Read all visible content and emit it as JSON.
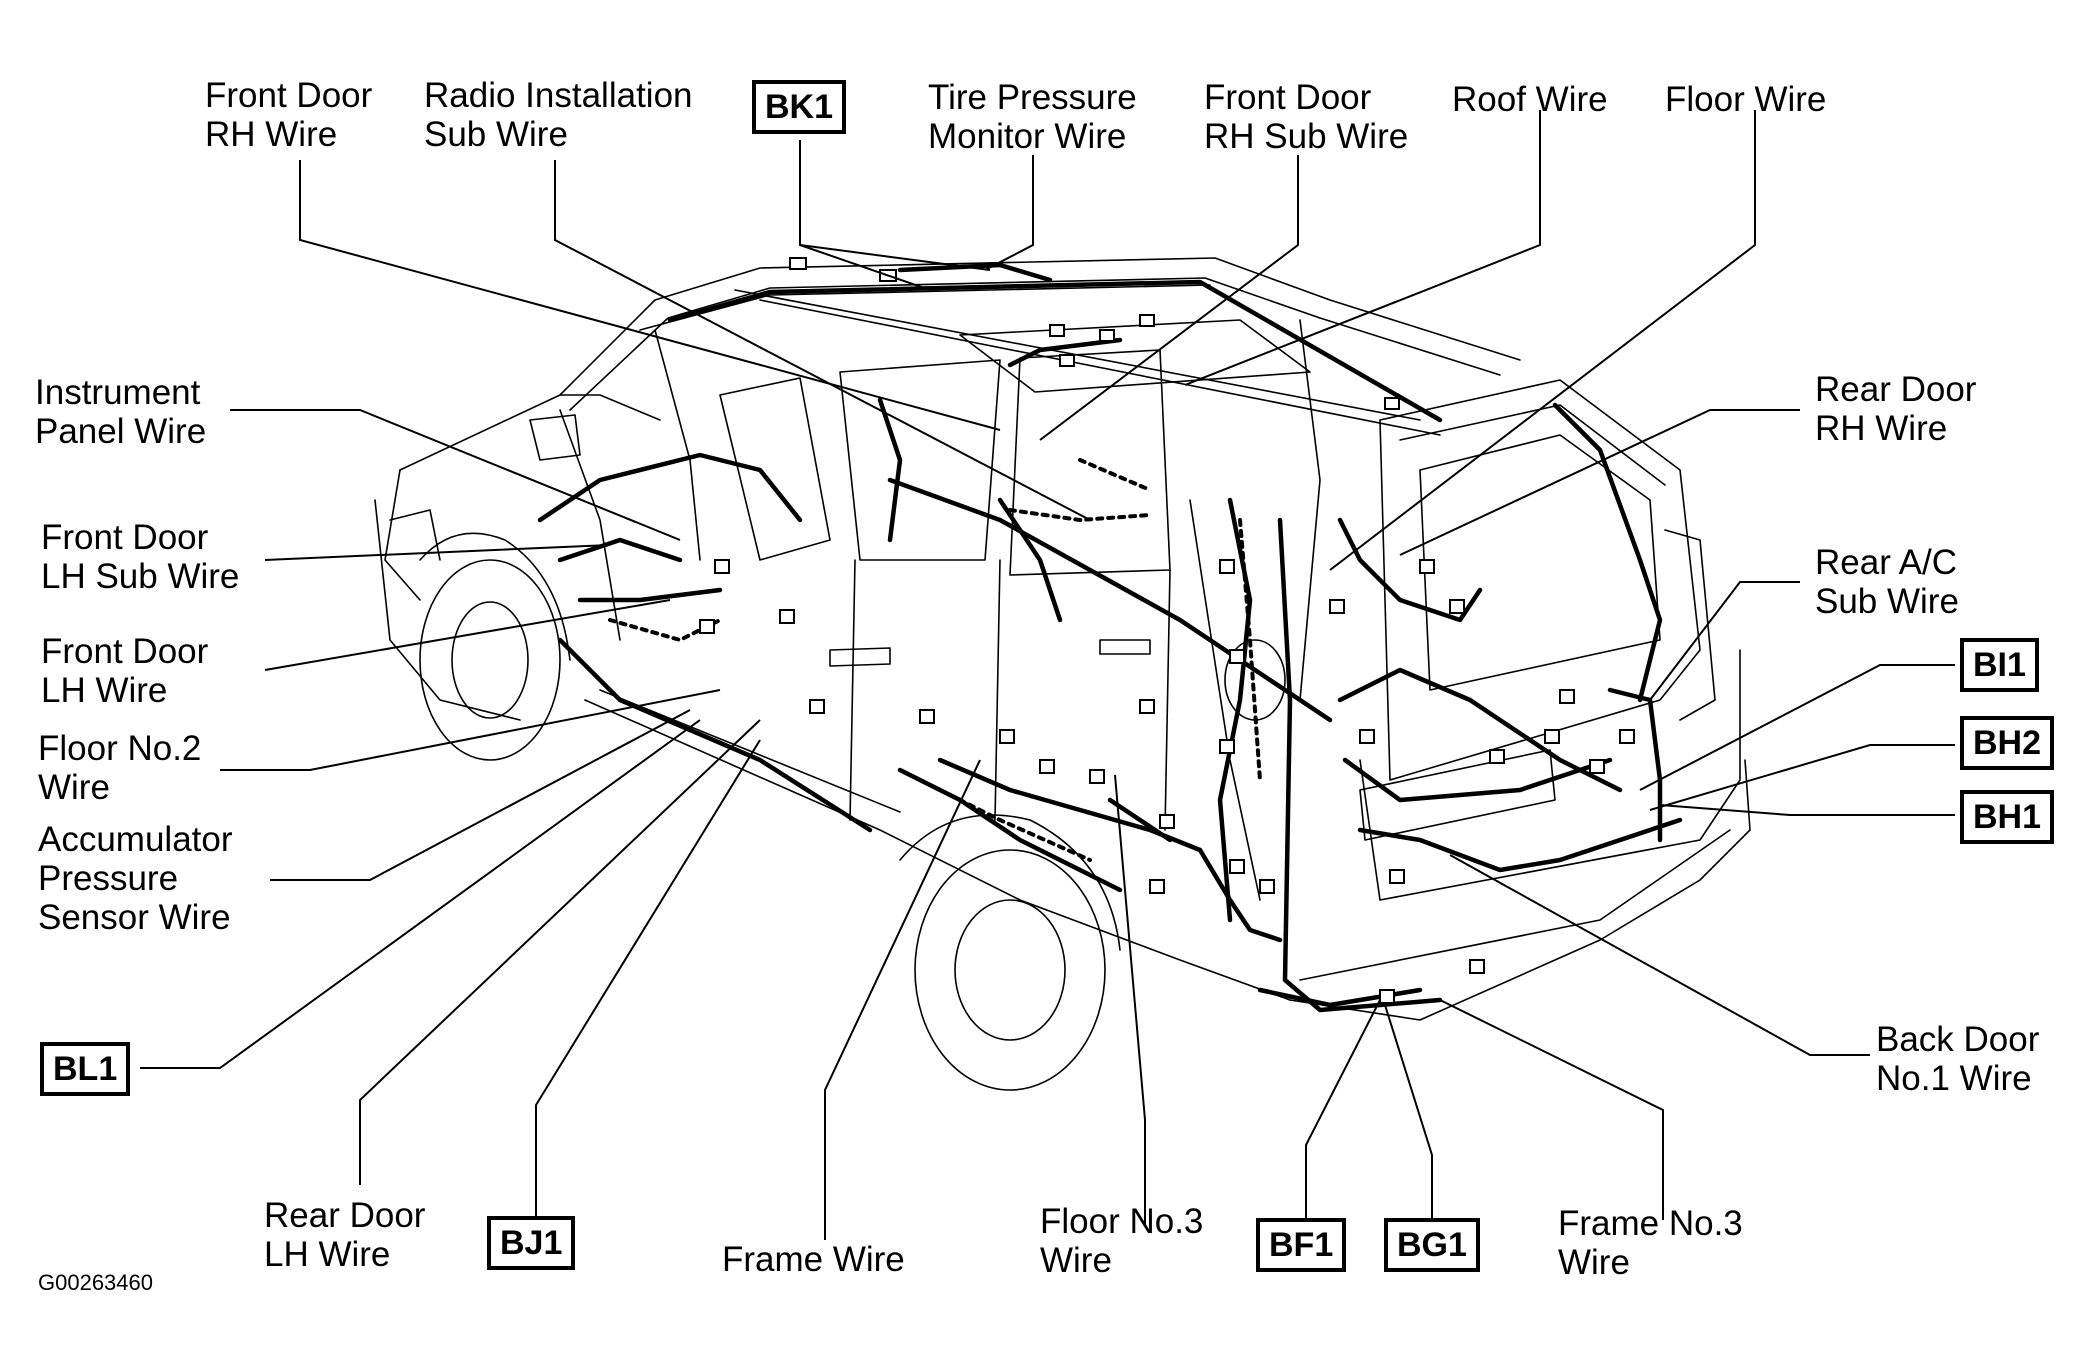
{
  "labels": {
    "front_door_rh": [
      "Front Door",
      "RH Wire"
    ],
    "radio_installation": [
      "Radio Installation",
      "Sub Wire"
    ],
    "tire_pressure": [
      "Tire Pressure",
      "Monitor Wire"
    ],
    "front_door_rh_sub": [
      "Front Door",
      "RH Sub Wire"
    ],
    "roof": [
      "Roof Wire"
    ],
    "floor": [
      "Floor Wire"
    ],
    "instrument_panel": [
      "Instrument",
      "Panel Wire"
    ],
    "front_door_lh_sub": [
      "Front Door",
      "LH Sub Wire"
    ],
    "front_door_lh": [
      "Front Door",
      "LH Wire"
    ],
    "floor_no2": [
      "Floor No.2",
      "Wire"
    ],
    "accumulator": [
      "Accumulator",
      "Pressure",
      "Sensor Wire"
    ],
    "rear_door_rh": [
      "Rear Door",
      "RH Wire"
    ],
    "rear_ac_sub": [
      "Rear A/C",
      "Sub Wire"
    ],
    "back_door_no1": [
      "Back Door",
      "No.1 Wire"
    ],
    "rear_door_lh": [
      "Rear Door",
      "LH Wire"
    ],
    "frame": [
      "Frame Wire"
    ],
    "floor_no3": [
      "Floor No.3",
      "Wire"
    ],
    "frame_no3": [
      "Frame No.3",
      "Wire"
    ]
  },
  "boxes": {
    "bk1": "BK1",
    "bi1": "BI1",
    "bh2": "BH2",
    "bh1": "BH1",
    "bl1": "BL1",
    "bj1": "BJ1",
    "bf1": "BF1",
    "bg1": "BG1"
  },
  "figure_code": "G00263460"
}
